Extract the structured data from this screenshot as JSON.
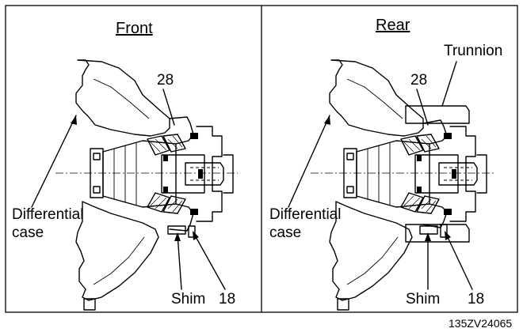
{
  "panels": [
    {
      "key": "front",
      "title": "Front",
      "labels": {
        "part_number": "28",
        "case_line1": "Differential",
        "case_line2": "case",
        "shim": "Shim",
        "bolt_number": "18"
      }
    },
    {
      "key": "rear",
      "title": "Rear",
      "labels": {
        "part_number": "28",
        "trunnion": "Trunnion",
        "case_line1": "Differential",
        "case_line2": "case",
        "shim": "Shim",
        "bolt_number": "18"
      }
    }
  ],
  "figure_code": "135ZV24065",
  "colors": {
    "ink": "#000000",
    "background": "#ffffff"
  }
}
